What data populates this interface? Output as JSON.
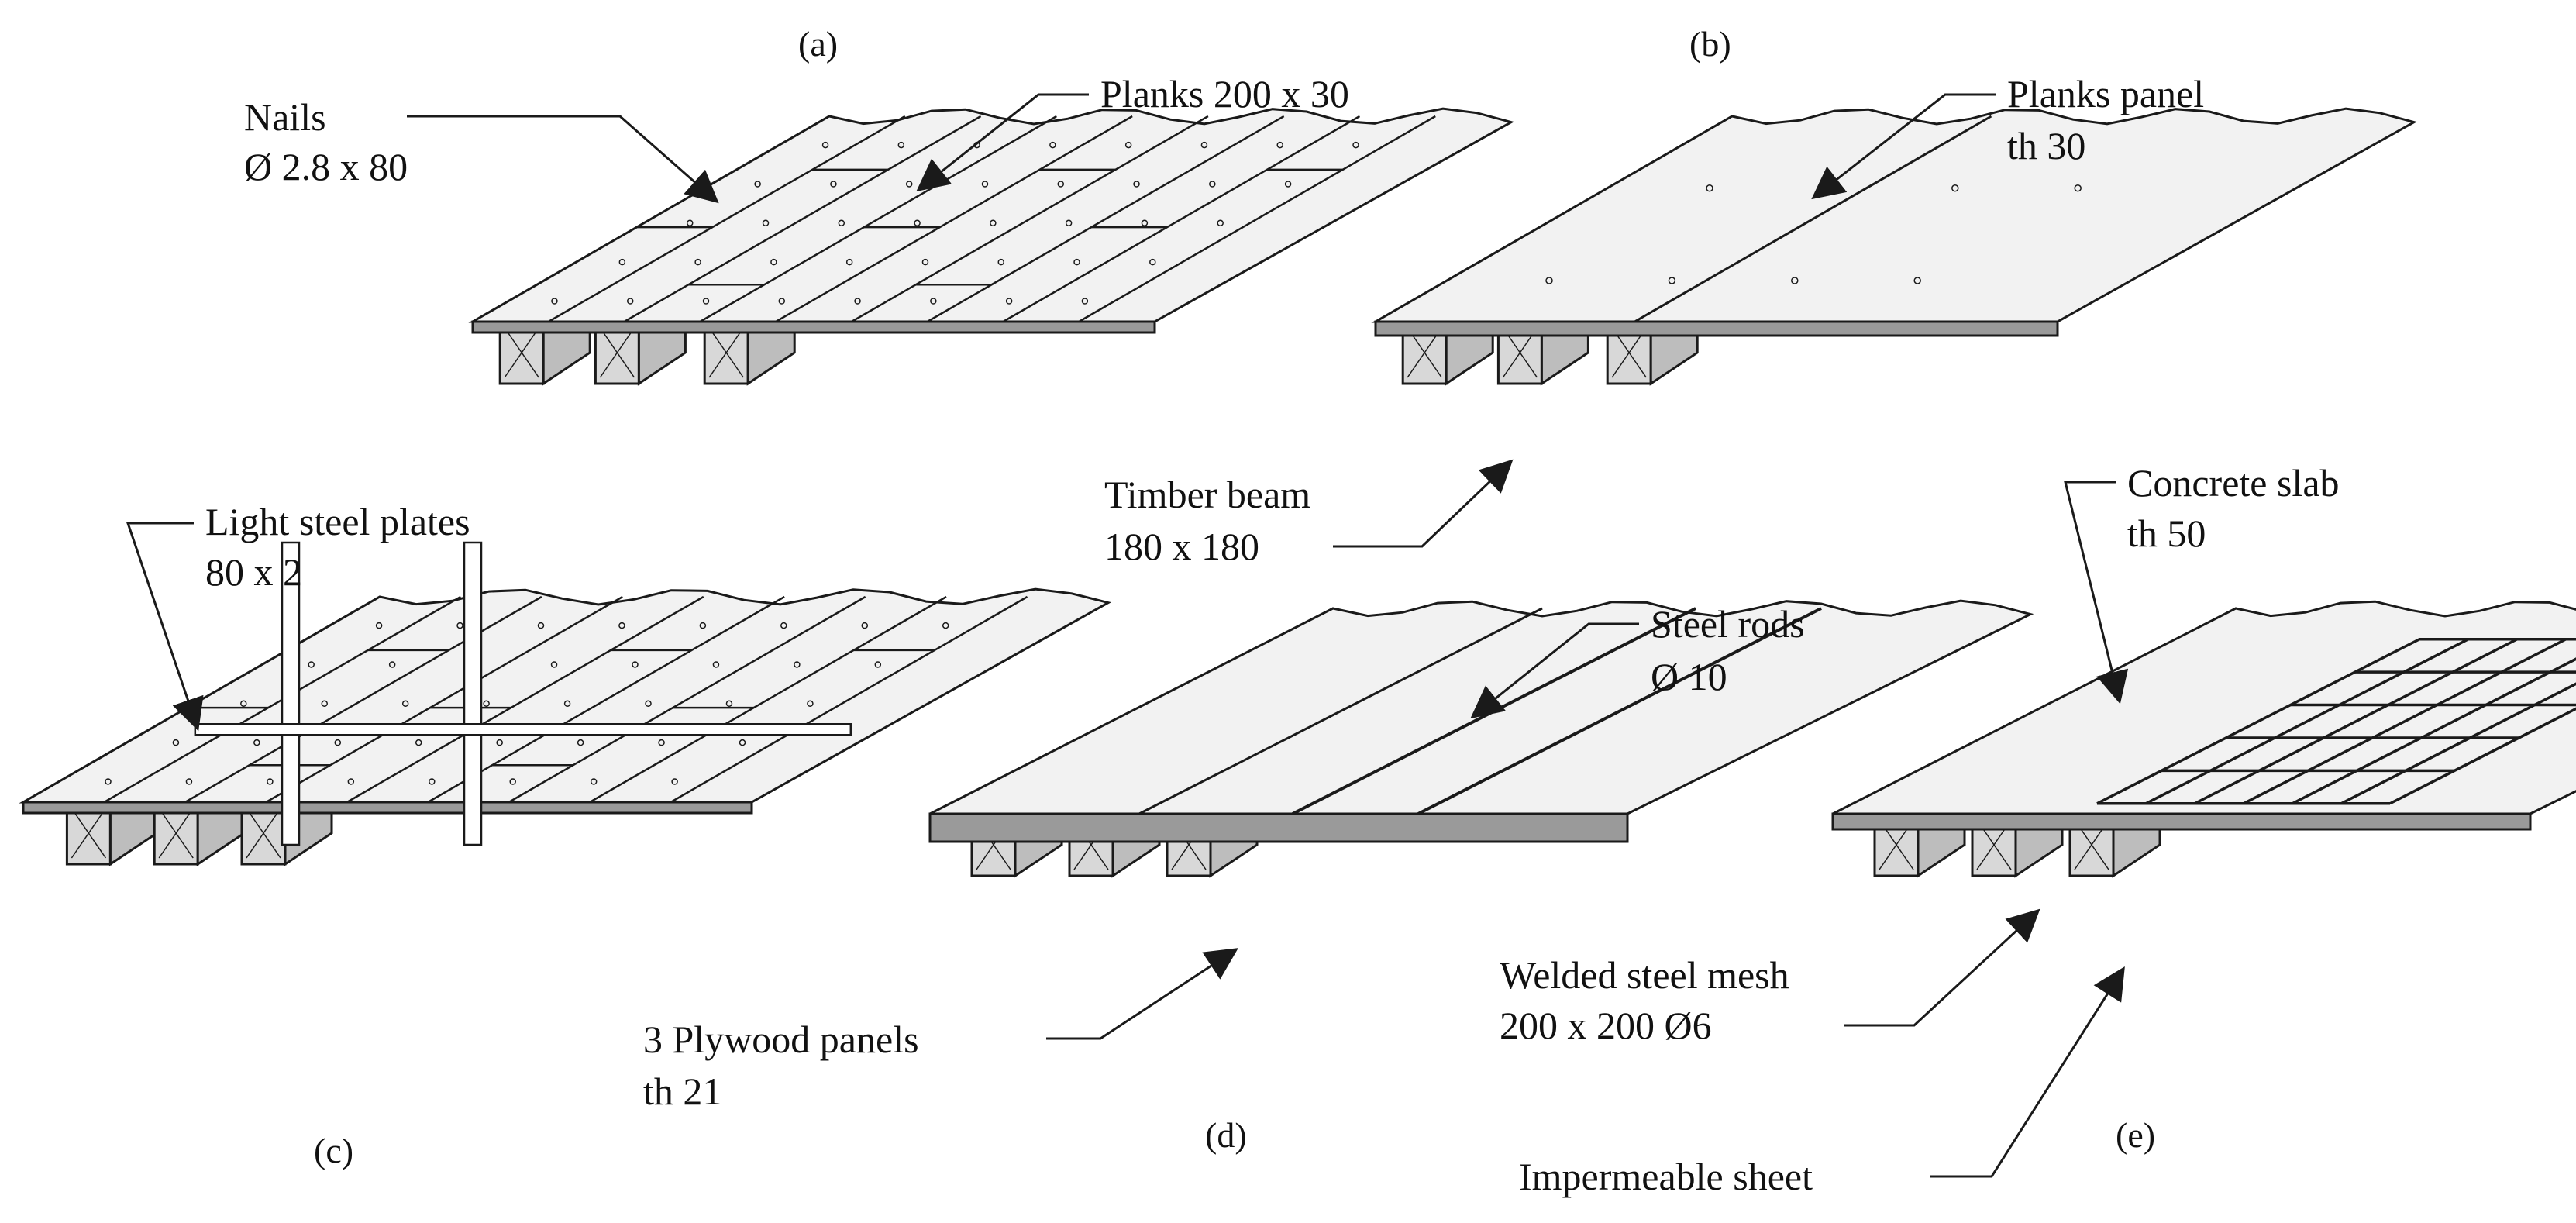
{
  "panels": [
    {
      "letter": "(a)"
    },
    {
      "letter": "(b)"
    },
    {
      "letter": "(c)"
    },
    {
      "letter": "(d)"
    },
    {
      "letter": "(e)"
    }
  ],
  "labels": {
    "nails_1": "Nails",
    "nails_2": "Ø 2.8 x 80",
    "planks": "Planks 200 x 30",
    "planks_panel_1": "Planks panel",
    "planks_panel_2": "th 30",
    "timber_beam_1": "Timber beam",
    "timber_beam_2": "180 x 180",
    "steel_plates_1": "Light steel plates",
    "steel_plates_2": "80 x 2",
    "steel_rods_1": "Steel rods",
    "steel_rods_2": "Ø 10",
    "plywood_1": "3 Plywood panels",
    "plywood_2": "th 21",
    "concrete_1": "Concrete slab",
    "concrete_2": "th 50",
    "mesh_1": "Welded steel mesh",
    "mesh_2": "200 x 200 Ø6",
    "sheet": "Impermeable sheet"
  },
  "colors": {
    "line": "#1a1a1a",
    "surface": "#f2f2f2",
    "beam": "#d8d8d8"
  }
}
